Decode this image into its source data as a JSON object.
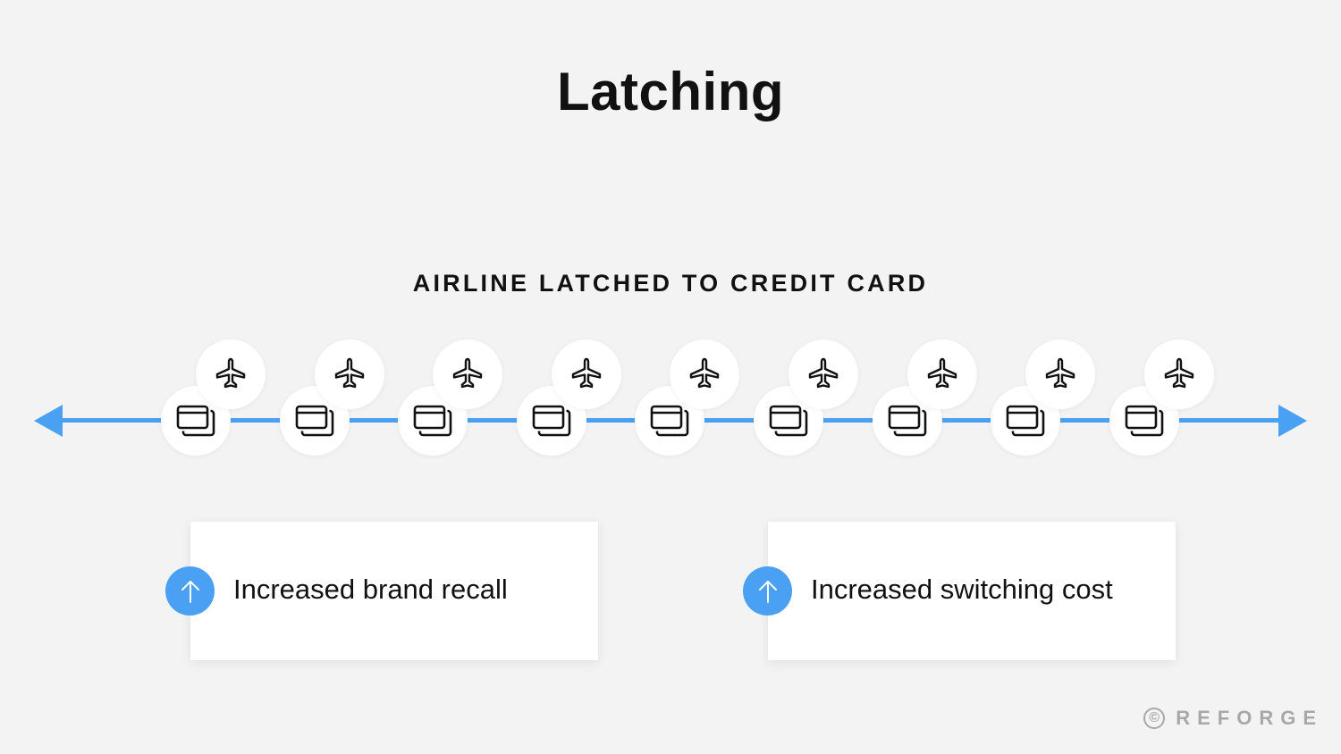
{
  "title": "Latching",
  "subtitle": "AIRLINE LATCHED TO CREDIT CARD",
  "colors": {
    "background": "#f3f3f3",
    "accent": "#4aa1f3",
    "text": "#111111",
    "brand": "#a8a8a8"
  },
  "timeline": {
    "direction": "bidirectional",
    "node_count": 9,
    "nodes": [
      {
        "card_icon": "credit-cards-icon",
        "latched_icon": "airplane-icon"
      },
      {
        "card_icon": "credit-cards-icon",
        "latched_icon": "airplane-icon"
      },
      {
        "card_icon": "credit-cards-icon",
        "latched_icon": "airplane-icon"
      },
      {
        "card_icon": "credit-cards-icon",
        "latched_icon": "airplane-icon"
      },
      {
        "card_icon": "credit-cards-icon",
        "latched_icon": "airplane-icon"
      },
      {
        "card_icon": "credit-cards-icon",
        "latched_icon": "airplane-icon"
      },
      {
        "card_icon": "credit-cards-icon",
        "latched_icon": "airplane-icon"
      },
      {
        "card_icon": "credit-cards-icon",
        "latched_icon": "airplane-icon"
      },
      {
        "card_icon": "credit-cards-icon",
        "latched_icon": "airplane-icon"
      }
    ]
  },
  "outcomes": [
    {
      "icon": "arrow-up-icon",
      "label": "Increased brand recall"
    },
    {
      "icon": "arrow-up-icon",
      "label": "Increased switching cost"
    }
  ],
  "brand": {
    "mark": "©",
    "name": "REFORGE"
  }
}
